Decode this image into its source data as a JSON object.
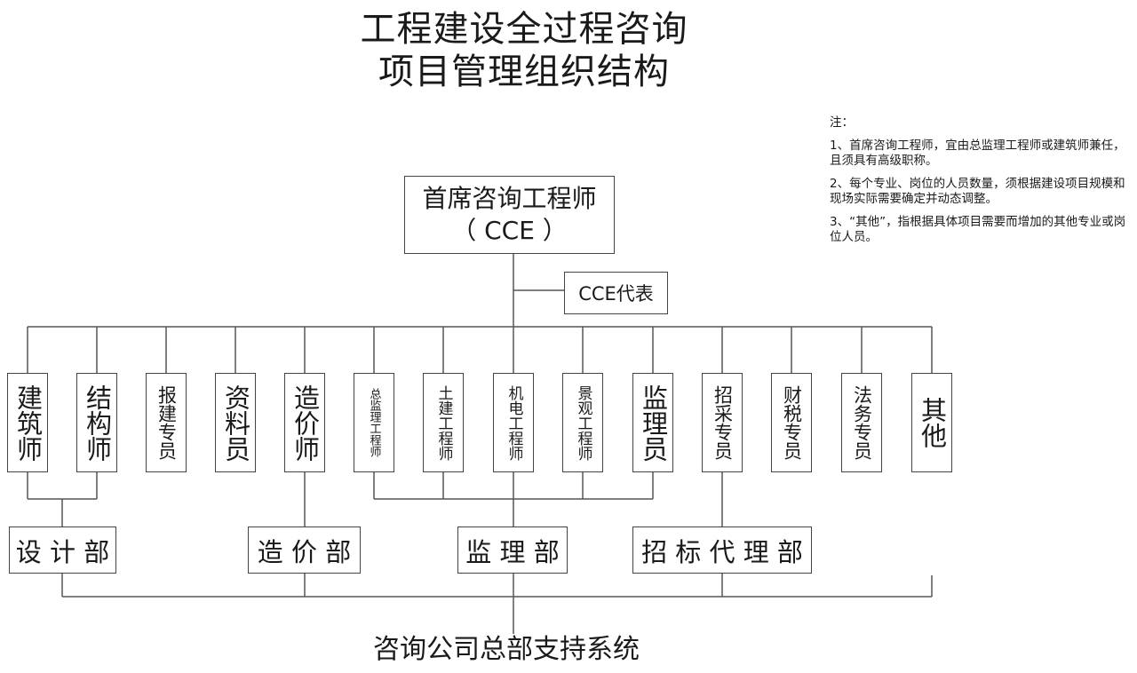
{
  "title": {
    "line1": "工程建设全过程咨询",
    "line2": "项目管理组织结构"
  },
  "notes": {
    "heading": "注：",
    "items": [
      "1、首席咨询工程师，宜由总监理工程师或建筑师兼任，且须具有高级职称。",
      "2、每个专业、岗位的人员数量，须根据建设项目规模和现场实际需要确定并动态调整。",
      "3、“其他”，指根据具体项目需要而增加的其他专业或岗位人员。"
    ]
  },
  "cce": {
    "line1": "首席咨询工程师",
    "line2": "（ CCE ）",
    "rep": "CCE代表"
  },
  "roles": [
    "建筑师",
    "结构师",
    "报建专员",
    "资料员",
    "造价师",
    "总监理工程师",
    "土建工程师",
    "机电工程师",
    "景观工程师",
    "监理员",
    "招采专员",
    "财税专员",
    "法务专员",
    "其他"
  ],
  "departments": [
    "设 计 部",
    "造 价 部",
    "监 理 部",
    "招 标 代 理 部"
  ],
  "bottom": "咨询公司总部支持系统"
}
